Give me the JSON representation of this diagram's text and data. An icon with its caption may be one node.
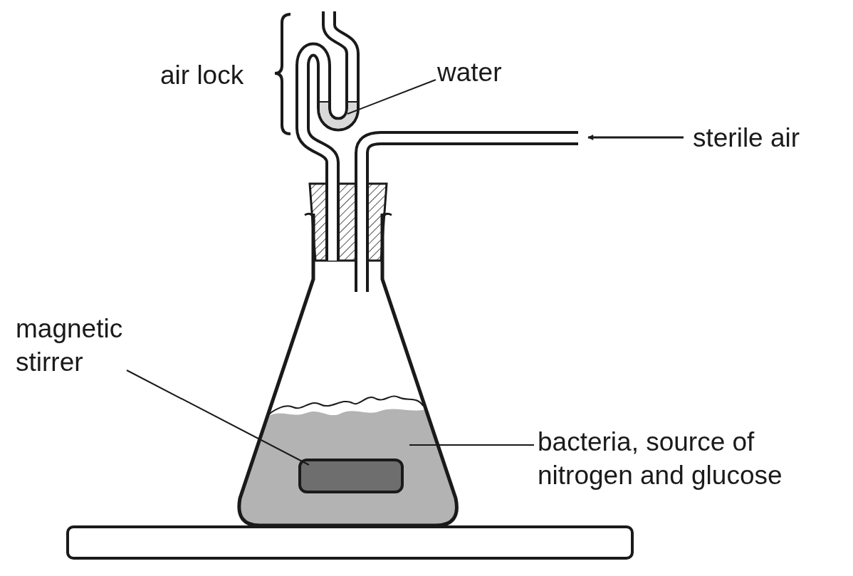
{
  "diagram": {
    "nodes": [
      {
        "text": [
          "water"
        ]
      },
      {
        "text": [
          "sterile air"
        ]
      },
      {
        "text": [
          "magnetic stirrer"
        ]
      },
      {
        "text": [],
        "shape": "bar"
      },
      {
        "text": [
          "bacteria, source of nitrogen and glucose"
        ]
      }
    ],
    "edges": [
      {
        "from": 0,
        "to": null,
        "arrow": "none"
      },
      {
        "from": 1,
        "to": null,
        "arrow": "to"
      },
      {
        "from": 2,
        "to": 3,
        "arrow": "none"
      },
      {
        "from": 4,
        "to": null,
        "arrow": "none"
      }
    ],
    "labels": [
      "air lock"
    ]
  }
}
